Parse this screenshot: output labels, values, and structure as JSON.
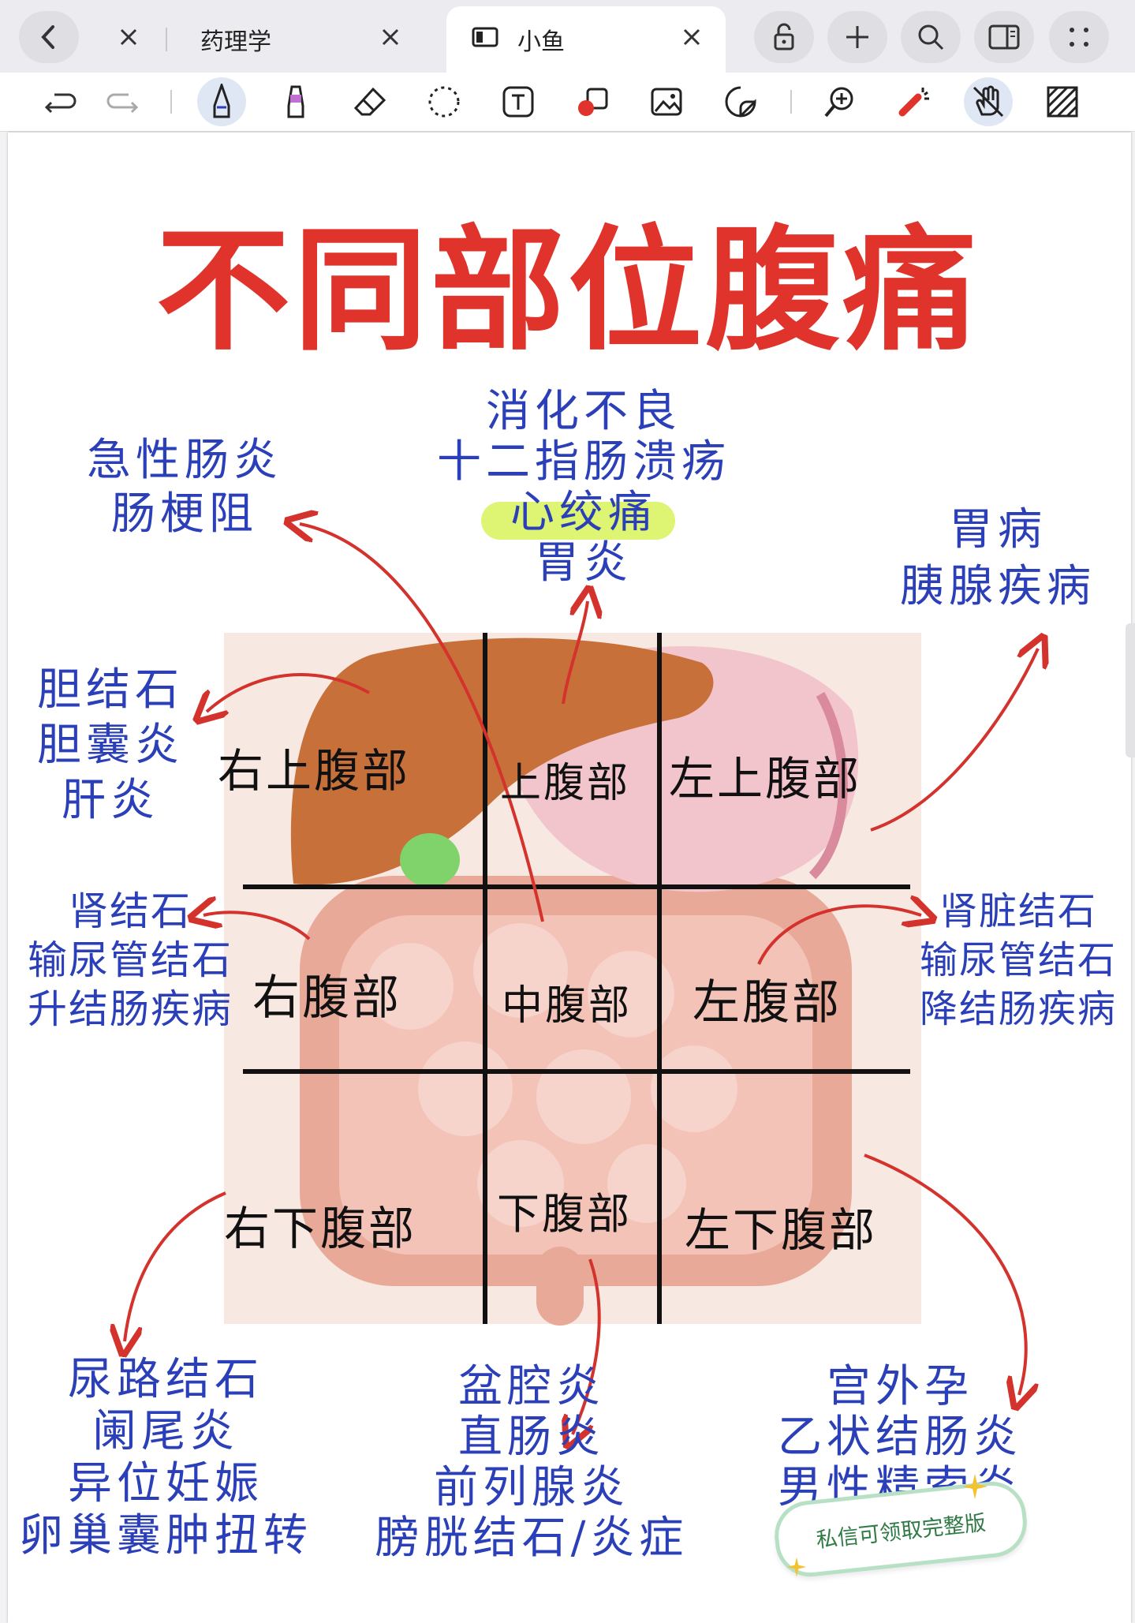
{
  "tabs": [
    {
      "label": "药理学",
      "active": false
    },
    {
      "label": "小鱼",
      "active": true
    }
  ],
  "note": {
    "title": "不同部位腹痛",
    "regions": {
      "right_upper": "右上腹部",
      "upper": "上腹部",
      "left_upper": "左上腹部",
      "right_mid": "右腹部",
      "mid": "中腹部",
      "left_mid": "左腹部",
      "right_lower": "右下腹部",
      "lower": "下腹部",
      "left_lower": "左下腹部"
    },
    "annotations": {
      "top_left": [
        "急性肠炎",
        "肠梗阻"
      ],
      "top_center": [
        "消化不良",
        "十二指肠溃疡",
        "心绞痛",
        "胃炎"
      ],
      "top_right": [
        "胃病",
        "胰腺疾病"
      ],
      "right_upper_left": [
        "胆结石",
        "胆囊炎",
        "肝炎"
      ],
      "right_mid_left": [
        "肾结石",
        "输尿管结石",
        "升结肠疾病"
      ],
      "left_mid_right": [
        "肾脏结石",
        "输尿管结石",
        "降结肠疾病"
      ],
      "bottom_left": [
        "尿路结石",
        "阑尾炎",
        "异位妊娠",
        "卵巢囊肿扭转"
      ],
      "bottom_center": [
        "盆腔炎",
        "直肠炎",
        "前列腺炎",
        "膀胱结石/炎症"
      ],
      "bottom_right": [
        "宫外孕",
        "乙状结肠炎",
        "男性精索炎"
      ]
    },
    "highlight_color": "#d8f25a",
    "title_color": "#e0332c",
    "ink_color": "#2b40b8"
  },
  "badge": {
    "label": "私信可领取完整版"
  },
  "colors": {
    "accent": "#2f7a45"
  }
}
